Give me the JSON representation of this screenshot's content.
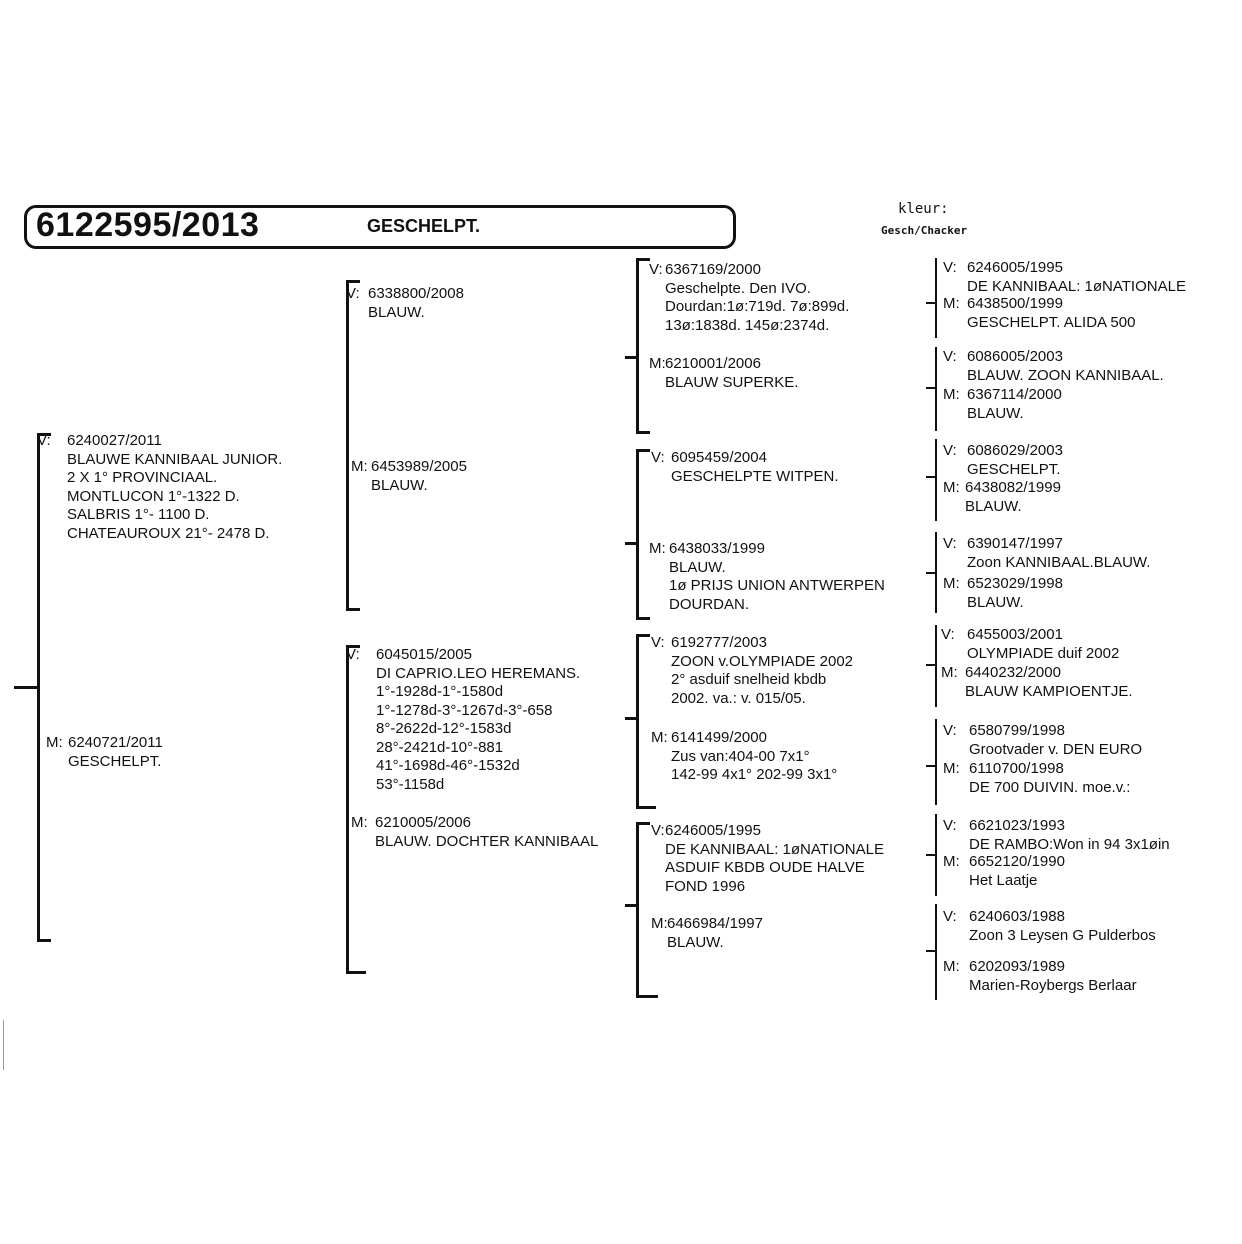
{
  "header": {
    "ring": "6122595/2013",
    "color": "GESCHELPT.",
    "kleur_label": "kleur:",
    "kleur_value": "Gesch/Chacker"
  },
  "labels": {
    "father": "V:",
    "mother": "M:"
  },
  "gen1": {
    "father": {
      "lines": [
        "6240027/2011",
        "BLAUWE KANNIBAAL JUNIOR.",
        "2 X 1° PROVINCIAAL.",
        "MONTLUCON 1°-1322 D.",
        "SALBRIS 1°- 1100 D.",
        "CHATEAUROUX 21°- 2478 D."
      ]
    },
    "mother": {
      "lines": [
        "6240721/2011",
        "GESCHELPT."
      ]
    }
  },
  "gen2": [
    {
      "lines": [
        "6338800/2008",
        "BLAUW."
      ]
    },
    {
      "lines": [
        "6453989/2005",
        "BLAUW."
      ]
    },
    {
      "lines": [
        "6045015/2005",
        "DI CAPRIO.LEO HEREMANS.",
        "1°-1928d-1°-1580d",
        "1°-1278d-3°-1267d-3°-658",
        "8°-2622d-12°-1583d",
        "28°-2421d-10°-881",
        "41°-1698d-46°-1532d",
        "53°-1158d"
      ]
    },
    {
      "lines": [
        "6210005/2006",
        "BLAUW. DOCHTER KANNIBAAL"
      ]
    }
  ],
  "gen3": [
    {
      "lines": [
        "6367169/2000",
        "Geschelpte. Den IVO.",
        "Dourdan:1ø:719d. 7ø:899d.",
        "13ø:1838d. 145ø:2374d."
      ]
    },
    {
      "lines": [
        "6210001/2006",
        "BLAUW SUPERKE."
      ]
    },
    {
      "lines": [
        "6095459/2004",
        "GESCHELPTE WITPEN."
      ]
    },
    {
      "lines": [
        "6438033/1999",
        "BLAUW.",
        "1ø PRIJS UNION ANTWERPEN",
        "DOURDAN."
      ]
    },
    {
      "lines": [
        "6192777/2003",
        "ZOON v.OLYMPIADE 2002",
        "2° asduif snelheid kbdb",
        "2002. va.: v. 015/05."
      ]
    },
    {
      "lines": [
        "6141499/2000",
        "Zus van:404-00 7x1°",
        "142-99 4x1° 202-99 3x1°"
      ]
    },
    {
      "lines": [
        "6246005/1995",
        "DE KANNIBAAL: 1øNATIONALE",
        "ASDUIF KBDB OUDE HALVE",
        "FOND 1996"
      ]
    },
    {
      "lines": [
        "6466984/1997",
        "BLAUW."
      ]
    }
  ],
  "gen4": [
    {
      "lines": [
        "6246005/1995",
        "DE KANNIBAAL: 1øNATIONALE"
      ]
    },
    {
      "lines": [
        "6438500/1999",
        "GESCHELPT. ALIDA 500"
      ]
    },
    {
      "lines": [
        "6086005/2003",
        "BLAUW. ZOON KANNIBAAL."
      ]
    },
    {
      "lines": [
        "6367114/2000",
        "BLAUW."
      ]
    },
    {
      "lines": [
        "6086029/2003",
        "GESCHELPT."
      ]
    },
    {
      "lines": [
        "6438082/1999",
        "BLAUW."
      ]
    },
    {
      "lines": [
        "6390147/1997",
        "Zoon KANNIBAAL.BLAUW."
      ]
    },
    {
      "lines": [
        "6523029/1998",
        "BLAUW."
      ]
    },
    {
      "lines": [
        "6455003/2001",
        "OLYMPIADE duif 2002"
      ]
    },
    {
      "lines": [
        "6440232/2000",
        "BLAUW KAMPIOENTJE."
      ]
    },
    {
      "lines": [
        "6580799/1998",
        "Grootvader v. DEN EURO"
      ]
    },
    {
      "lines": [
        "6110700/1998",
        "DE 700 DUIVIN. moe.v.:"
      ]
    },
    {
      "lines": [
        "6621023/1993",
        "DE RAMBO:Won in 94 3x1øin"
      ]
    },
    {
      "lines": [
        "6652120/1990",
        "Het Laatje"
      ]
    },
    {
      "lines": [
        "6240603/1988",
        "Zoon 3 Leysen G Pulderbos"
      ]
    },
    {
      "lines": [
        "6202093/1989",
        "Marien-Roybergs Berlaar"
      ]
    }
  ]
}
